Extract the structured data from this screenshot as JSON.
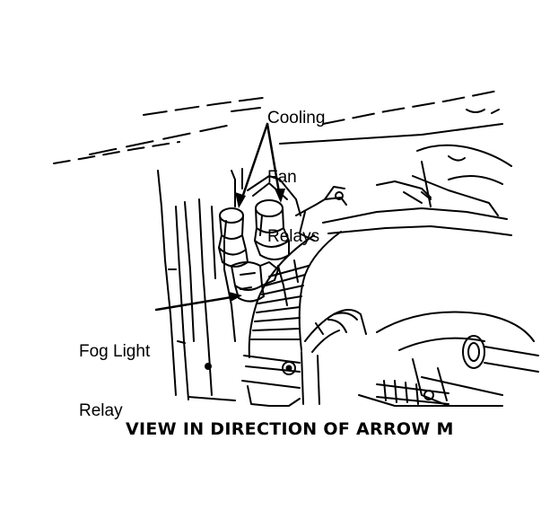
{
  "labels": {
    "cooling_fan_relays": [
      "Cooling",
      "Fan",
      "Relays"
    ],
    "fog_light_relay": [
      "Fog Light",
      "Relay"
    ]
  },
  "caption": "VIEW IN DIRECTION OF ARROW M",
  "colors": {
    "ink": "#000000",
    "paper": "#ffffff"
  }
}
